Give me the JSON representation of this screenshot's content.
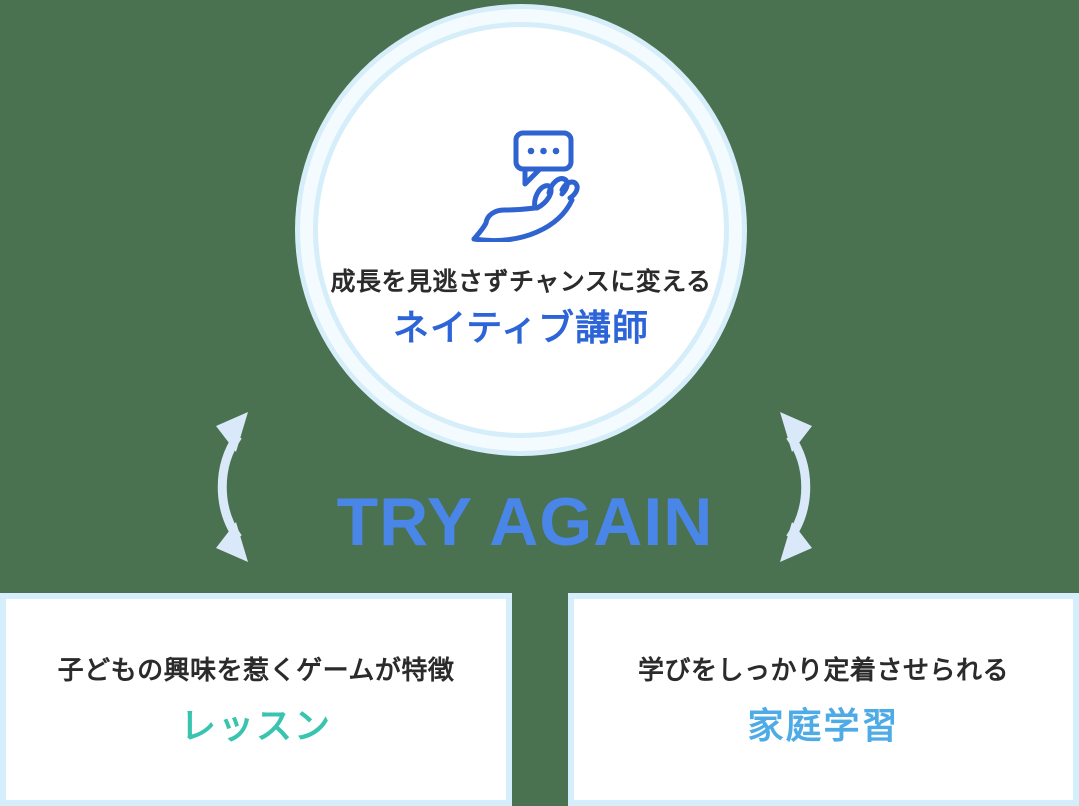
{
  "page": {
    "background_color": "#4a7150"
  },
  "cycle_diagram": {
    "center_label": "TRY AGAIN",
    "center_label_color": "#4a86e8",
    "arrow_color": "#d9e9f9",
    "top_node": {
      "icon": "hand-offering-speech-bubble-icon",
      "icon_color": "#2f63cf",
      "description": "成長を見逃さずチャンスに変える",
      "title": "ネイティブ講師",
      "title_color": "#2d65d9"
    },
    "left_node": {
      "description": "子どもの興味を惹くゲームが特徴",
      "title": "レッスン",
      "title_color": "#38c4ae"
    },
    "right_node": {
      "description": "学びをしっかり定着させられる",
      "title": "家庭学習",
      "title_color": "#4fabe6"
    }
  }
}
